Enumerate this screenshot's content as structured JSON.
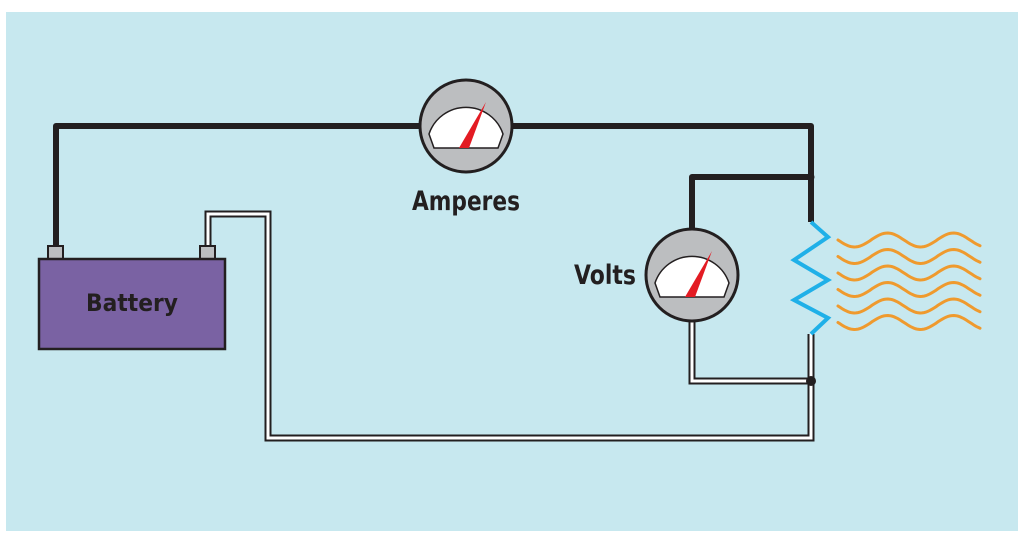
{
  "diagram": {
    "subject": "Simple circuit: battery, ammeter, voltmeter, heating resistor",
    "labels": {
      "battery": "Battery",
      "ammeter": "Amperes",
      "voltmeter": "Volts"
    },
    "components": [
      {
        "id": "battery",
        "type": "battery",
        "label": "Battery"
      },
      {
        "id": "ammeter",
        "type": "meter",
        "label": "Amperes",
        "connection": "series"
      },
      {
        "id": "voltmeter",
        "type": "meter",
        "label": "Volts",
        "connection": "parallel"
      },
      {
        "id": "resistor",
        "type": "resistor",
        "emits": "heat"
      }
    ],
    "wires": {
      "positive": "solid black wire",
      "negative": "white outlined wire"
    },
    "heat_wave_count": 6,
    "colors": {
      "background": "#c7e8ef",
      "battery_fill": "#7a62a3",
      "wire_dark": "#231f20",
      "wire_light": "#ffffff",
      "resistor": "#1fb0e8",
      "heat": "#ef9a2e",
      "needle": "#e31b23",
      "meter_rim": "#bcbec0",
      "terminal": "#bcbec0"
    }
  }
}
